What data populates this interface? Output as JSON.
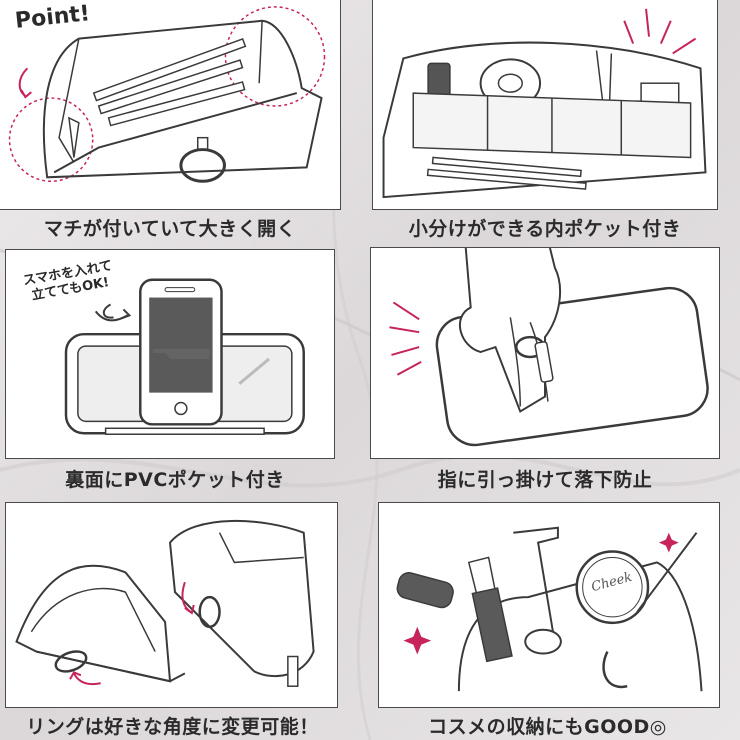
{
  "panels": [
    {
      "caption": "マチが付いていて大きく開く",
      "callout": "Point!"
    },
    {
      "caption": "小分けができる内ポケット付き"
    },
    {
      "caption": "裏面にPVCポケット付き",
      "note_line1": "スマホを入れて",
      "note_line2": "立ててもOK!"
    },
    {
      "caption": "指に引っ掛けて落下防止"
    },
    {
      "caption": "リングは好きな角度に変更可能！"
    },
    {
      "caption": "コスメの収納にもGOOD◎",
      "compact_label": "Cheek"
    }
  ],
  "colors": {
    "accent": "#c6245a",
    "line": "#3a3a3a",
    "panel_bg": "#ffffff"
  }
}
